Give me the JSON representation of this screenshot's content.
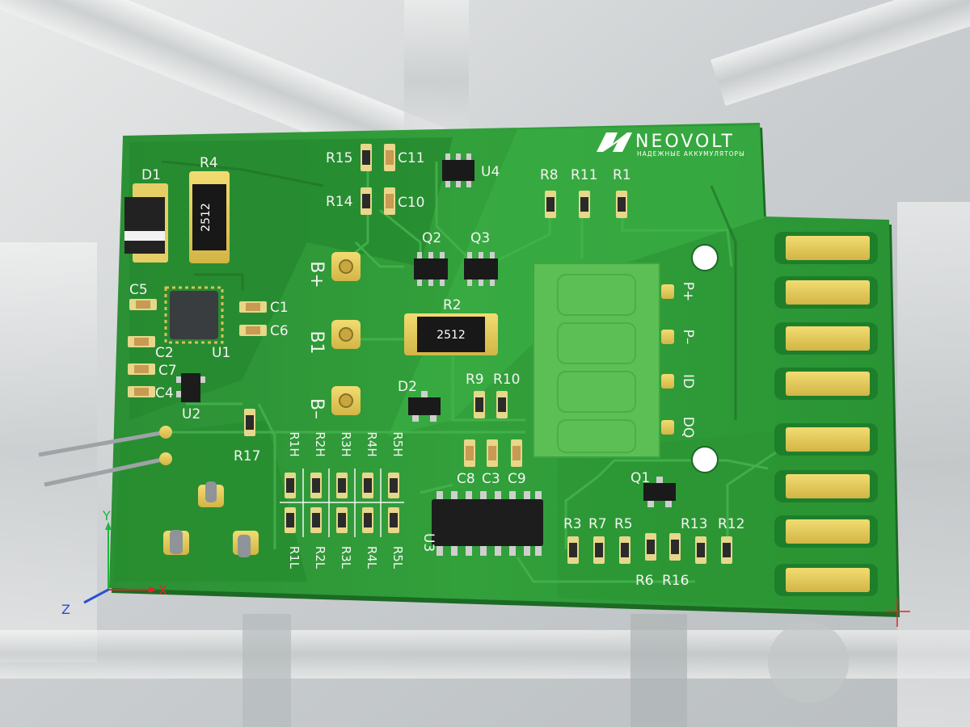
{
  "brand": {
    "name": "NEOVOLT",
    "tagline": "НАДЕЖНЫЕ АККУМУЛЯТОРЫ"
  },
  "resistor_marking": "2512",
  "labels": {
    "D1": "D1",
    "R4": "R4",
    "R15": "R15",
    "C11": "C11",
    "U4": "U4",
    "R14": "R14",
    "C10": "C10",
    "R8": "R8",
    "R11": "R11",
    "R1": "R1",
    "Q2": "Q2",
    "Q3": "Q3",
    "C5": "C5",
    "C1": "C1",
    "C6": "C6",
    "C2": "C2",
    "U1": "U1",
    "C7": "C7",
    "C4": "C4",
    "U2": "U2",
    "R2": "R2",
    "D2": "D2",
    "R9": "R9",
    "R10": "R10",
    "R17": "R17",
    "C8": "C8",
    "C3": "C3",
    "C9": "C9",
    "U3": "U3",
    "Q1": "Q1",
    "R3": "R3",
    "R7": "R7",
    "R5": "R5",
    "R13": "R13",
    "R12": "R12",
    "R6": "R6",
    "R16": "R16"
  },
  "pads": {
    "b_plus": "B+",
    "b1": "B1",
    "b_minus": "B–"
  },
  "connector_pins": {
    "p_plus": "P+",
    "p_minus": "P–",
    "id": "ID",
    "dq": "DQ"
  },
  "divider_labels": {
    "high": [
      "R1H",
      "R2H",
      "R3H",
      "R4H",
      "R5H"
    ],
    "low": [
      "R1L",
      "R2L",
      "R3L",
      "R4L",
      "R5L"
    ]
  },
  "axes": {
    "x": "X",
    "y": "Y",
    "z": "Z"
  },
  "colors": {
    "board": "#2f9a3a",
    "board_dark": "#237c2c",
    "copper_light": "#3fae46",
    "gold": "#e6cc5a",
    "silk": "#f2f5f0",
    "axis_x": "#e22424",
    "axis_y": "#1fb53a",
    "axis_z": "#2a4fd6"
  }
}
